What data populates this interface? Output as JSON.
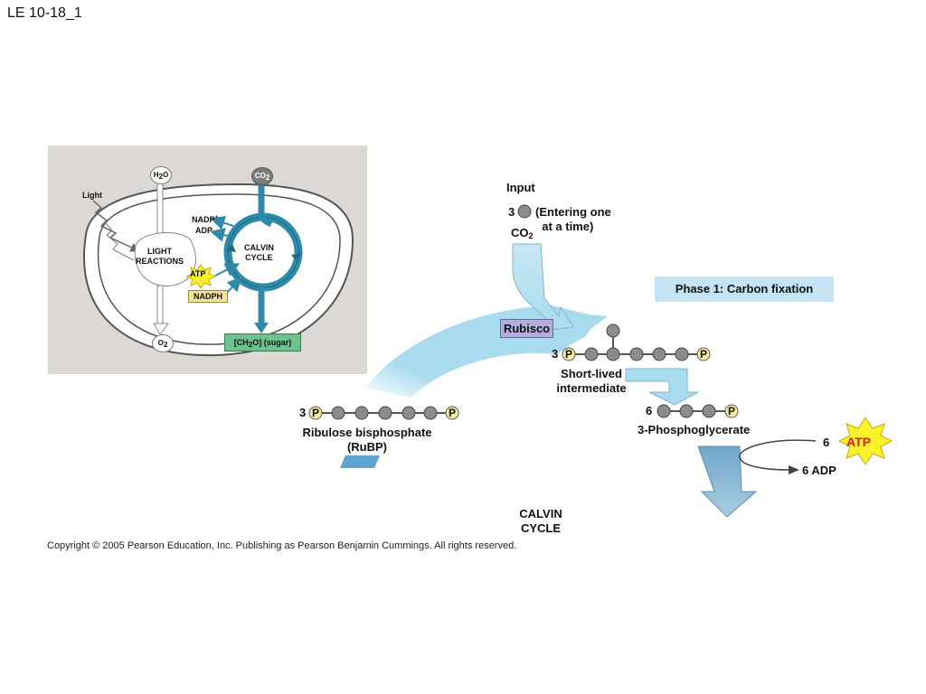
{
  "slide": {
    "title": "LE 10-18_1",
    "copyright": "Copyright ©  2005 Pearson Education, Inc. Publishing as Pearson Benjamin Cummings. All rights reserved."
  },
  "inset": {
    "h2o": "H",
    "h2o_sub": "2",
    "h2o_end": "O",
    "co2": "CO",
    "co2_sub": "2",
    "light": "Light",
    "nadp": "NADP",
    "nadp_sup": "+",
    "adp": "ADP",
    "light_reactions": "LIGHT\nREACTIONS",
    "calvin_cycle": "CALVIN\nCYCLE",
    "atp": "ATP",
    "nadph": "NADPH",
    "o2": "O",
    "o2_sub": "2",
    "sugar_pre": "[CH",
    "sugar_sub": "2",
    "sugar_post": "O] (sugar)"
  },
  "main": {
    "input_label": "Input",
    "co2_count": "3",
    "co2_note": "(Entering one\n  at a time)",
    "co2_label": "CO",
    "co2_sub": "2",
    "rubisco": "Rubisco",
    "phase_label": "Phase 1: Carbon fixation",
    "intermediate_count": "3",
    "intermediate_label": "Short-lived\nintermediate",
    "rubp_count": "3",
    "rubp_label": "Ribulose bisphosphate\n(RuBP)",
    "pga_count": "6",
    "pga_label": "3-Phosphoglycerate",
    "atp_count": "6",
    "atp_label": "ATP",
    "adp_label": "6 ADP",
    "calvin_label": "CALVIN\nCYCLE",
    "phosphate": "P"
  },
  "colors": {
    "inset_bg": "#dcd9d5",
    "calvin_cycle": "#2e8aa8",
    "flow_arrow": "#a9dbef",
    "rubisco_box": "#b3aedb",
    "phase_box": "#c5e4f3",
    "atp_star": "#fbf22c",
    "atp_text": "#d51e1e",
    "carbon_ball": "#8c8c8c",
    "phosphate": "#f5eea0"
  }
}
